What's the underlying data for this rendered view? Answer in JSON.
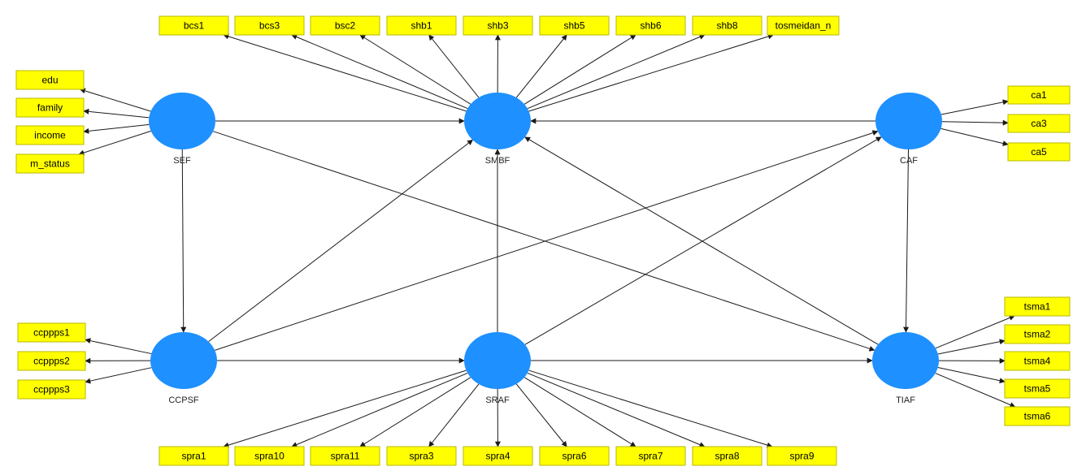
{
  "colors": {
    "latent": "#1e90ff",
    "indicator": "#ffff00",
    "arrow": "#1a1a1a"
  },
  "latents": [
    {
      "id": "SEF",
      "label": "SEF"
    },
    {
      "id": "SMBF",
      "label": "SMBF"
    },
    {
      "id": "CAF",
      "label": "CAF"
    },
    {
      "id": "CCPSF",
      "label": "CCPSF"
    },
    {
      "id": "SRAF",
      "label": "SRAF"
    },
    {
      "id": "TIAF",
      "label": "TIAF"
    }
  ],
  "indicators": [
    {
      "id": "bcs1",
      "label": "bcs1",
      "latent": "SMBF"
    },
    {
      "id": "bcs3",
      "label": "bcs3",
      "latent": "SMBF"
    },
    {
      "id": "bsc2",
      "label": "bsc2",
      "latent": "SMBF"
    },
    {
      "id": "shb1",
      "label": "shb1",
      "latent": "SMBF"
    },
    {
      "id": "shb3",
      "label": "shb3",
      "latent": "SMBF"
    },
    {
      "id": "shb5",
      "label": "shb5",
      "latent": "SMBF"
    },
    {
      "id": "shb6",
      "label": "shb6",
      "latent": "SMBF"
    },
    {
      "id": "shb8",
      "label": "shb8",
      "latent": "SMBF"
    },
    {
      "id": "tosmeidan_n",
      "label": "tosmeidan_n",
      "latent": "SMBF"
    },
    {
      "id": "edu",
      "label": "edu",
      "latent": "SEF"
    },
    {
      "id": "family",
      "label": "family",
      "latent": "SEF"
    },
    {
      "id": "income",
      "label": "income",
      "latent": "SEF"
    },
    {
      "id": "m_status",
      "label": "m_status",
      "latent": "SEF"
    },
    {
      "id": "ca1",
      "label": "ca1",
      "latent": "CAF"
    },
    {
      "id": "ca3",
      "label": "ca3",
      "latent": "CAF"
    },
    {
      "id": "ca5",
      "label": "ca5",
      "latent": "CAF"
    },
    {
      "id": "ccppps1",
      "label": "ccppps1",
      "latent": "CCPSF"
    },
    {
      "id": "ccppps2",
      "label": "ccppps2",
      "latent": "CCPSF"
    },
    {
      "id": "ccppps3",
      "label": "ccppps3",
      "latent": "CCPSF"
    },
    {
      "id": "tsma1",
      "label": "tsma1",
      "latent": "TIAF"
    },
    {
      "id": "tsma2",
      "label": "tsma2",
      "latent": "TIAF"
    },
    {
      "id": "tsma4",
      "label": "tsma4",
      "latent": "TIAF"
    },
    {
      "id": "tsma5",
      "label": "tsma5",
      "latent": "TIAF"
    },
    {
      "id": "tsma6",
      "label": "tsma6",
      "latent": "TIAF"
    },
    {
      "id": "spra1",
      "label": "spra1",
      "latent": "SRAF"
    },
    {
      "id": "spra10",
      "label": "spra10",
      "latent": "SRAF"
    },
    {
      "id": "spra11",
      "label": "spra11",
      "latent": "SRAF"
    },
    {
      "id": "spra3",
      "label": "spra3",
      "latent": "SRAF"
    },
    {
      "id": "spra4",
      "label": "spra4",
      "latent": "SRAF"
    },
    {
      "id": "spra6",
      "label": "spra6",
      "latent": "SRAF"
    },
    {
      "id": "spra7",
      "label": "spra7",
      "latent": "SRAF"
    },
    {
      "id": "spra8",
      "label": "spra8",
      "latent": "SRAF"
    },
    {
      "id": "spra9",
      "label": "spra9",
      "latent": "SRAF"
    }
  ],
  "paths": [
    {
      "from": "SEF",
      "to": "SMBF"
    },
    {
      "from": "SEF",
      "to": "CCPSF"
    },
    {
      "from": "SEF",
      "to": "TIAF"
    },
    {
      "from": "CAF",
      "to": "SMBF"
    },
    {
      "from": "CAF",
      "to": "TIAF"
    },
    {
      "from": "CCPSF",
      "to": "SMBF"
    },
    {
      "from": "CCPSF",
      "to": "CAF"
    },
    {
      "from": "CCPSF",
      "to": "SRAF"
    },
    {
      "from": "SRAF",
      "to": "SMBF"
    },
    {
      "from": "SRAF",
      "to": "CAF"
    },
    {
      "from": "SRAF",
      "to": "TIAF"
    },
    {
      "from": "TIAF",
      "to": "SMBF"
    }
  ]
}
